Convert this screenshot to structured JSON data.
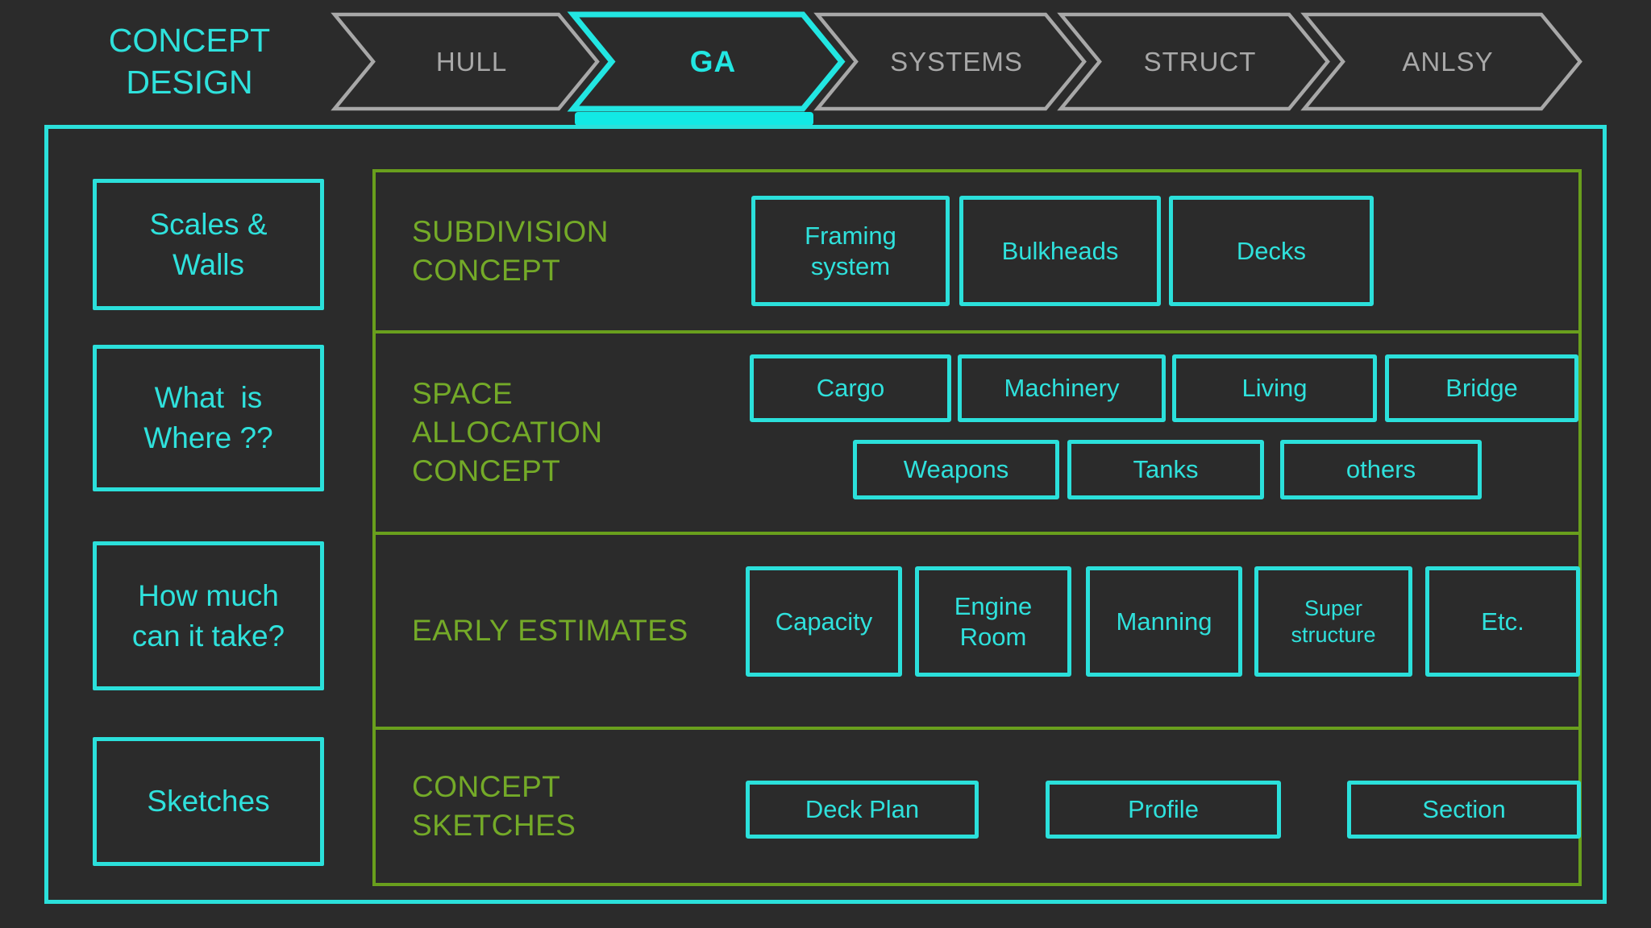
{
  "palette": {
    "background": "#2b2b2b",
    "accent_cyan": "#2fe1dc",
    "ga_highlight_cyan": "#12e9e5",
    "olive_border": "#699f1d",
    "olive_text": "#74aa28",
    "inactive_gray": "#a8a8a8"
  },
  "header": {
    "title": "CONCEPT\nDESIGN",
    "steps": [
      {
        "label": "HULL",
        "state": "inactive"
      },
      {
        "label": "GA",
        "state": "active"
      },
      {
        "label": "SYSTEMS",
        "state": "inactive"
      },
      {
        "label": "STRUCT",
        "state": "inactive"
      },
      {
        "label": "ANLSY",
        "state": "inactive"
      }
    ]
  },
  "left_column": {
    "items": [
      {
        "label": "Scales &\nWalls"
      },
      {
        "label": "What  is\nWhere ??"
      },
      {
        "label": "How much\ncan it take?"
      },
      {
        "label": "Sketches"
      }
    ]
  },
  "main_panel": {
    "rows": [
      {
        "label": "SUBDIVISION\nCONCEPT",
        "chips": [
          {
            "label": "Framing\nsystem"
          },
          {
            "label": "Bulkheads"
          },
          {
            "label": "Decks"
          }
        ]
      },
      {
        "label": "SPACE\nALLOCATION\nCONCEPT",
        "chips_top": [
          {
            "label": "Cargo"
          },
          {
            "label": "Machinery"
          },
          {
            "label": "Living"
          },
          {
            "label": "Bridge"
          }
        ],
        "chips_bottom": [
          {
            "label": "Weapons"
          },
          {
            "label": "Tanks"
          },
          {
            "label": "others"
          }
        ]
      },
      {
        "label": "EARLY ESTIMATES",
        "chips": [
          {
            "label": "Capacity"
          },
          {
            "label": "Engine\nRoom"
          },
          {
            "label": "Manning"
          },
          {
            "label": "Super\nstructure"
          },
          {
            "label": "Etc."
          }
        ]
      },
      {
        "label": "CONCEPT\nSKETCHES",
        "chips": [
          {
            "label": "Deck Plan"
          },
          {
            "label": "Profile"
          },
          {
            "label": "Section"
          }
        ]
      }
    ]
  }
}
